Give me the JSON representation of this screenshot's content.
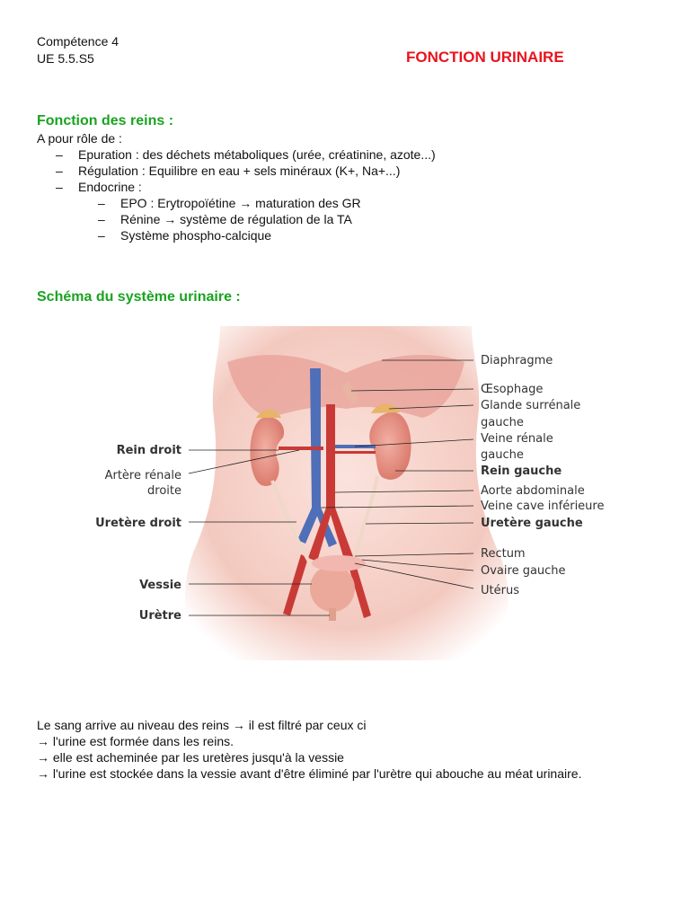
{
  "header": {
    "competence": "Compétence 4",
    "ue": "UE 5.5.S5",
    "title": "FONCTION URINAIRE"
  },
  "section1": {
    "heading": "Fonction des reins :",
    "intro": "A pour rôle de :",
    "items": [
      "Epuration : des déchets métaboliques (urée, créatinine, azote...)",
      "Régulation : Equilibre en eau + sels minéraux (K+, Na+...)",
      "Endocrine :"
    ],
    "subitems": [
      "EPO : Erytropoïétine → maturation des GR",
      "Rénine → système de régulation de la TA",
      "Système phospho-calcique"
    ]
  },
  "section2": {
    "heading": "Schéma du système urinaire :"
  },
  "diagram": {
    "labels_left": {
      "rein_droit": "Rein droit",
      "artere_renale_1": "Artère rénale",
      "artere_renale_2": "droite",
      "uretere_droit": "Uretère droit",
      "vessie": "Vessie",
      "uretre": "Urètre"
    },
    "labels_right": {
      "diaphragme": "Diaphragme",
      "oesophage": "Œsophage",
      "glande_1": "Glande surrénale",
      "glande_2": "gauche",
      "veine_renale_1": "Veine rénale",
      "veine_renale_2": "gauche",
      "rein_gauche": "Rein gauche",
      "aorte": "Aorte abdominale",
      "veine_cave": "Veine cave inférieure",
      "uretere_gauche": "Uretère gauche",
      "rectum": "Rectum",
      "ovaire": "Ovaire gauche",
      "uterus": "Utérus"
    }
  },
  "paragraph": [
    "Le sang arrive au niveau des reins → il est filtré par ceux ci",
    "→ l'urine est formée dans les reins.",
    "→ elle est acheminée par les uretères jusqu'à la vessie",
    "→ l'urine est stockée dans la vessie avant d'être éliminé par l'urètre qui abouche au méat urinaire."
  ],
  "colors": {
    "title_red": "#e8141e",
    "heading_green": "#1aa321"
  }
}
